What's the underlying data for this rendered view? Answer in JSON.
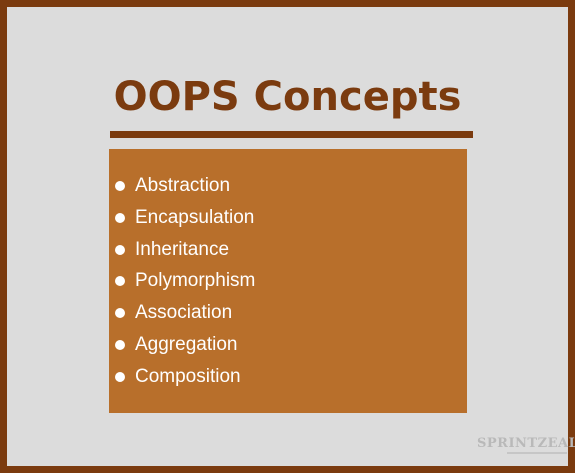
{
  "title": "OOPS Concepts",
  "items": [
    "Abstraction",
    "Encapsulation",
    "Inheritance",
    "Polymorphism",
    "Association",
    "Aggregation",
    "Composition"
  ],
  "logo": {
    "text": "SPRINTZEAL"
  },
  "colors": {
    "accent": "#7b3b0f",
    "box": "#b86f2b",
    "background": "#dcdcdc"
  }
}
